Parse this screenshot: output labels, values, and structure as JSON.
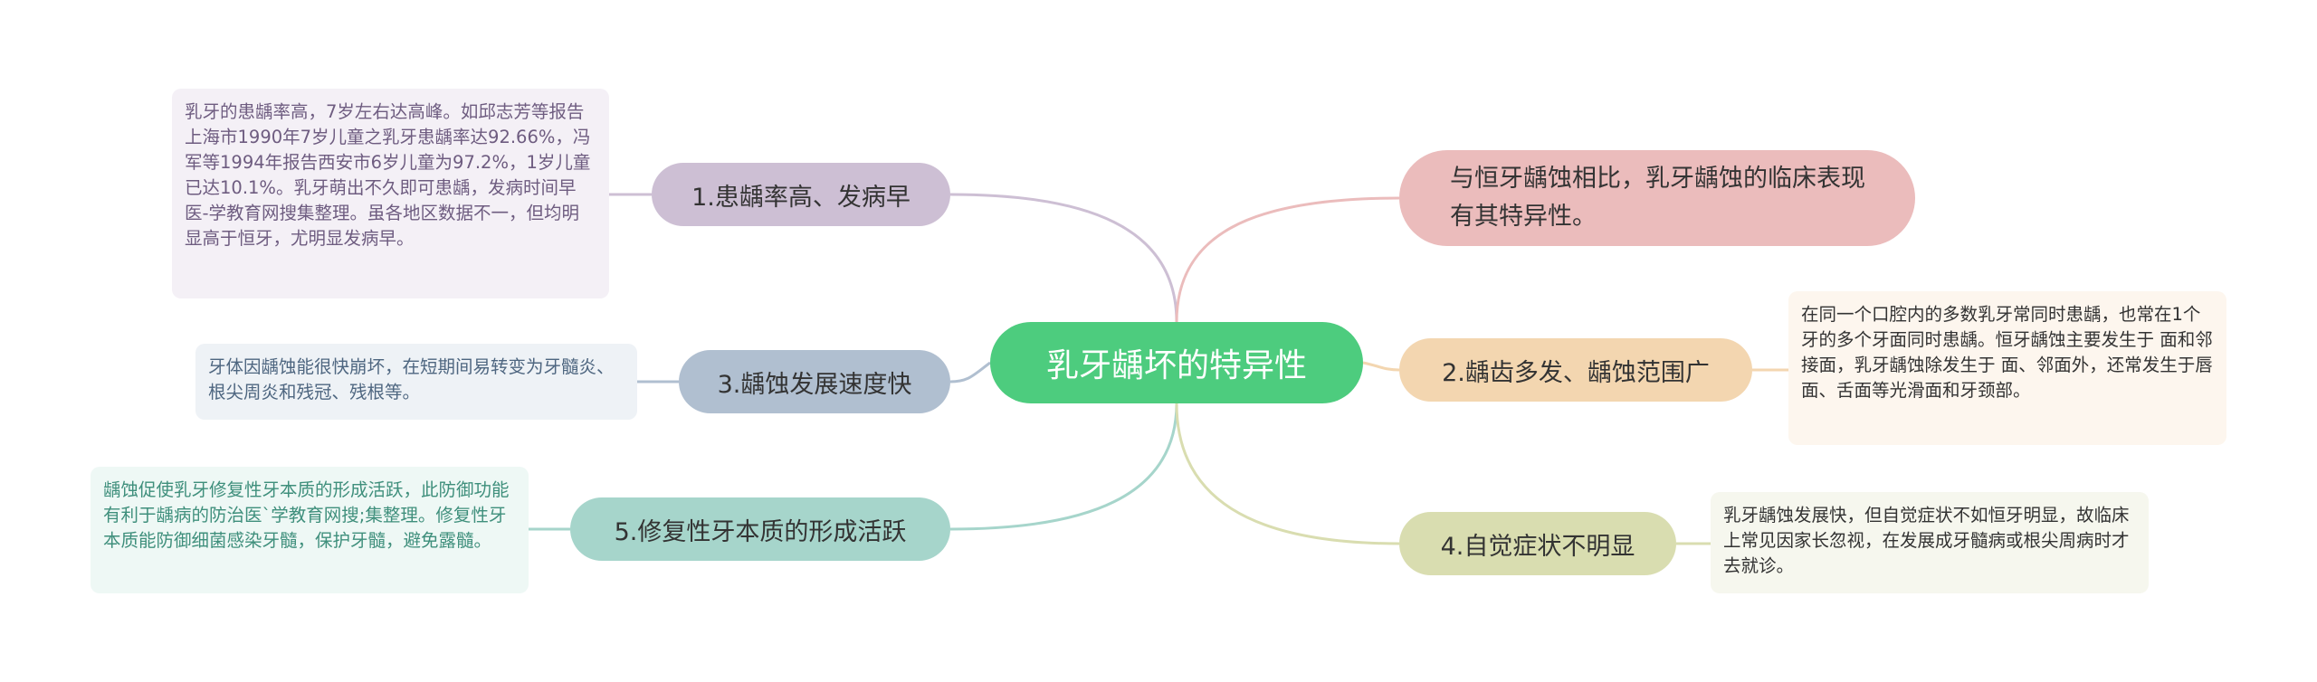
{
  "root": {
    "title": "乳牙龋坏的特异性"
  },
  "branches": {
    "intro": "与恒牙龋蚀相比，乳牙龋蚀的临床表现有其特异性。",
    "b1": "1.患龋率高、发病早",
    "b2": "2.龋齿多发、龋蚀范围广",
    "b3": "3.龋蚀发展速度快",
    "b4": "4.自觉症状不明显",
    "b5": "5.修复性牙本质的形成活跃"
  },
  "leaves": {
    "l1": "乳牙的患龋率高，7岁左右达高峰。如邱志芳等报告上海市1990年7岁儿童之乳牙患龋率达92.66%，冯军等1994年报告西安市6岁儿童为97.2%，1岁儿童已达10.1%。乳牙萌出不久即可患龋，发病时间早医-学教育网搜集整理。虽各地区数据不一，但均明显高于恒牙，尤明显发病早。",
    "l2": "在同一个口腔内的多数乳牙常同时患龋，也常在1个牙的多个牙面同时患龋。恒牙龋蚀主要发生于 面和邻接面，乳牙龋蚀除发生于 面、邻面外，还常发生于唇面、舌面等光滑面和牙颈部。",
    "l3": "牙体因龋蚀能很快崩坏，在短期间易转变为牙髓炎、根尖周炎和残冠、残根等。",
    "l4": "乳牙龋蚀发展快，但自觉症状不如恒牙明显，故临床上常见因家长忽视，在发展成牙髓病或根尖周病时才去就诊。",
    "l5": "龋蚀促使乳牙修复性牙本质的形成活跃，此防御功能有利于龋病的防治医`学教育网搜;集整理。修复性牙本质能防御细菌感染牙髓，保护牙髓，避免露髓。"
  },
  "colors": {
    "root": "#4dcc7e",
    "intro": "#ebbcbc",
    "b1": "#cdbfd4",
    "b2": "#f3d6b0",
    "b3": "#b0bfd0",
    "b4": "#d9ddb0",
    "b5": "#a6d5cb"
  }
}
